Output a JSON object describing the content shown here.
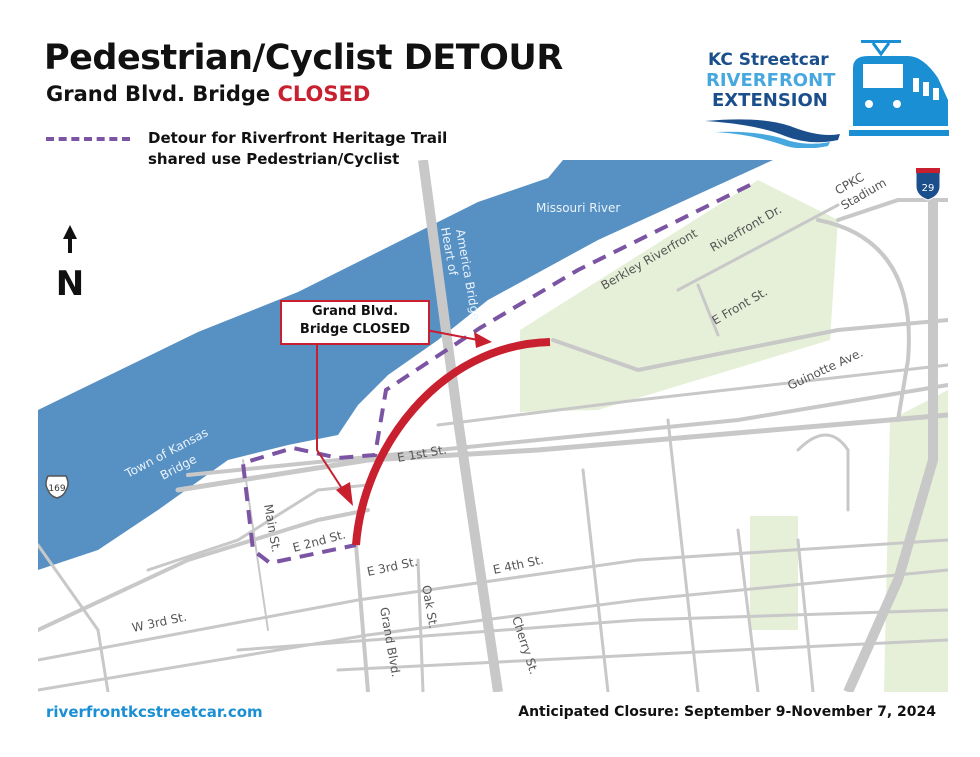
{
  "header": {
    "title": "Pedestrian/Cyclist DETOUR",
    "subtitle_prefix": "Grand Blvd. Bridge",
    "subtitle_status": "CLOSED"
  },
  "legend": {
    "line1": "Detour for Riverfront Heritage Trail",
    "line2": "shared use Pedestrian/Cyclist",
    "color": "#7b54a3"
  },
  "logo": {
    "line1": "KC Streetcar",
    "line2": "RIVERFRONT",
    "line3": "EXTENSION",
    "icon": "streetcar-icon"
  },
  "map": {
    "north_label": "N",
    "callout": {
      "line1": "Grand Blvd.",
      "line2": "Bridge CLOSED"
    },
    "colors": {
      "river": "#5790c3",
      "park": "#e6f0d8",
      "road": "#c8c8c8",
      "closed": "#c8202f",
      "detour": "#7b54a3"
    },
    "labels": {
      "river": "Missouri River",
      "hoa_bridge_1": "Heart of",
      "hoa_bridge_2": "America Bridge",
      "berkley": "Berkley Riverfront",
      "riverfront_dr": "Riverfront Dr.",
      "cpkc_1": "CPKC",
      "cpkc_2": "Stadium",
      "e_front": "E Front St.",
      "guinotte": "Guinotte Ave.",
      "tok_1": "Town of Kansas",
      "tok_2": "Bridge",
      "e1st": "E 1st St.",
      "main": "Main St.",
      "e2nd": "E 2nd St.",
      "e3rd": "E 3rd St.",
      "e4th": "E 4th St.",
      "oak": "Oak St.",
      "grand": "Grand Blvd.",
      "cherry": "Cherry St.",
      "w3rd": "W 3rd St.",
      "us169": "169",
      "i29": "29"
    }
  },
  "footer": {
    "url": "riverfrontkcstreetcar.com",
    "closure": "Anticipated Closure: September 9-November 7, 2024"
  }
}
